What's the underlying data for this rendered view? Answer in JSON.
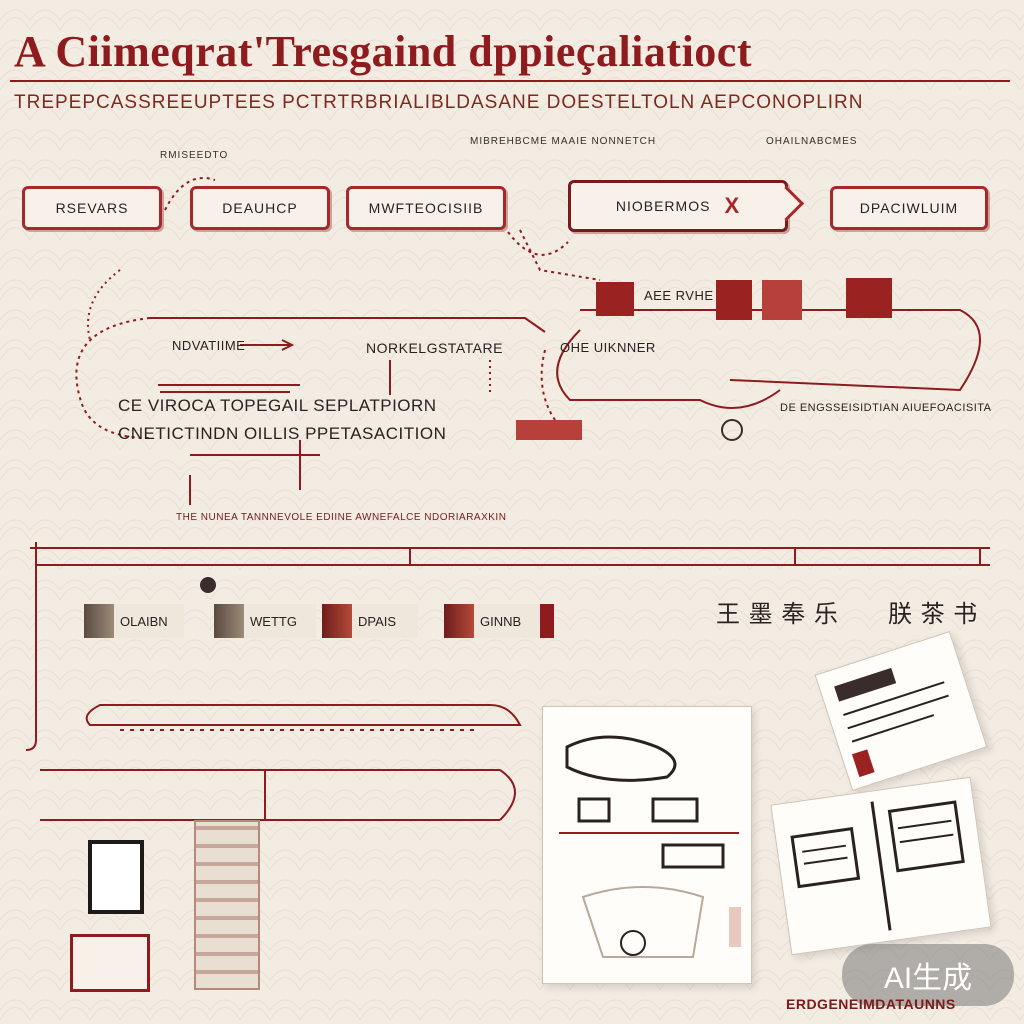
{
  "title": "A Ciimeqrat'Tresgaind dppieçaliatioct",
  "subtitle": "TREPEPCASSREEUPTEES PCTRTRBRIALIBLDASANE DOESTELTOLN AEPCONOPLIRN",
  "small_labels": {
    "left_top": "RMISEEDTO",
    "center_top": "MIBREHBCME MAAIE NONNETCH",
    "right_top": "OHAILNABCMES"
  },
  "nodes": [
    {
      "label": "RSEVARS"
    },
    {
      "label": "DEAUHCP"
    },
    {
      "label": "MWFTEOCISIIB"
    },
    {
      "label": "NIOBERMOS"
    },
    {
      "label": "DPACIWLUIM"
    }
  ],
  "nodes_extra": {
    "x_mark": "X"
  },
  "flow": {
    "label_a": "NDVATIIME",
    "label_b": "NORKELGSTATARE",
    "label_c": "CE VIROCA TOPEGAIL SEPLATPIORN",
    "label_d": "CNETICTINDN OILLIS PPETASACITION",
    "label_e": "THE NUNEA TANNNEVOLE EDIINE AWNEFALCE  NDORIARAXKIN",
    "ship_label": "AEE RVHE",
    "ship_sub": "OHE UIKNNER",
    "right_note": "DE ENGSSEISIDTIAN AIUEFOACISITA"
  },
  "chips": [
    {
      "label": "OLAIBN"
    },
    {
      "label": "WETTG"
    },
    {
      "label": "DPAIS"
    },
    {
      "label": "GINNB"
    }
  ],
  "glyph_rows": [
    "王 墨 奉 乐",
    "朕 茶 书"
  ],
  "watermark": "AI生成",
  "footer": "ERDGENEIMDATAUNNS",
  "colors": {
    "accent": "#8e1b1e",
    "background": "#f3ece2"
  }
}
